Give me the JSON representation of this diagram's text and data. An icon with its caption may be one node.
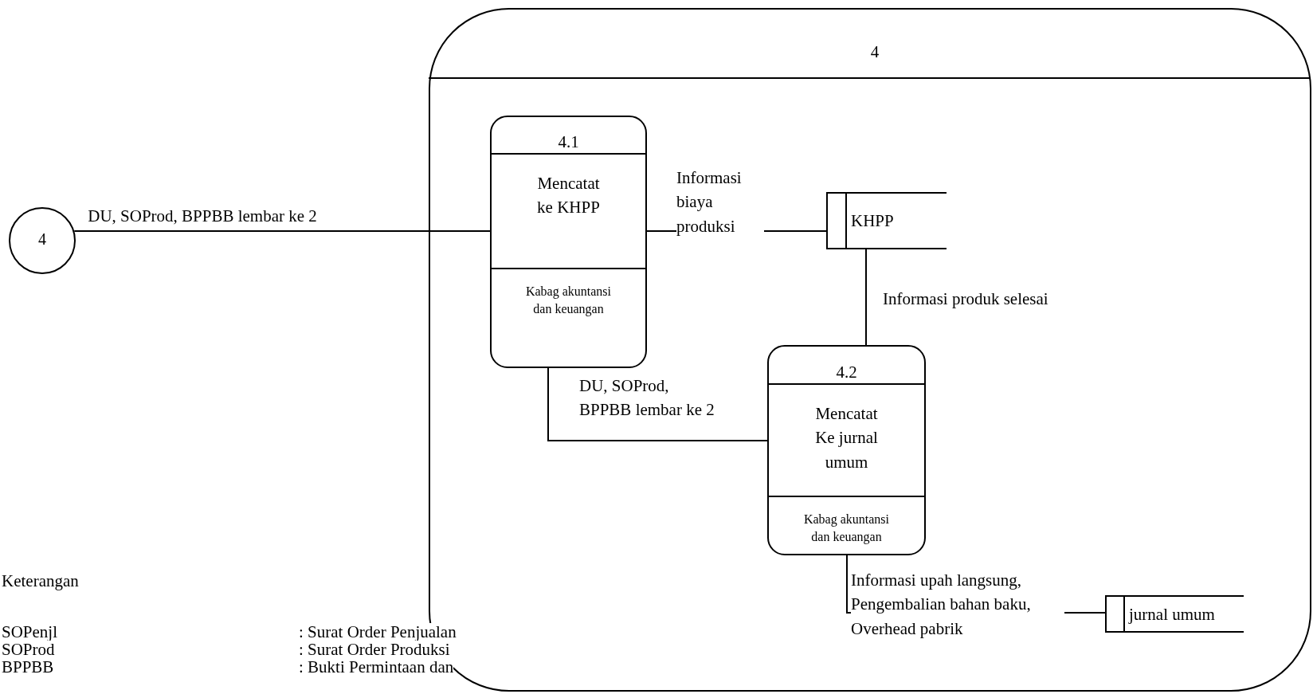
{
  "diagram": {
    "nodes": [
      {
        "text": [
          "4"
        ]
      },
      {
        "text": [
          "4"
        ]
      },
      {
        "text": [
          "4.1",
          "Mencatat ke KHPP",
          "Kabag akuntansi dan keuangan"
        ],
        "in": 0
      },
      {
        "text": [
          "KHPP"
        ],
        "in": 0
      },
      {
        "text": [
          "4.2",
          "Mencatat Ke jurnal umum",
          "Kabag akuntansi dan keuangan"
        ],
        "in": 0
      },
      {
        "text": [
          "jurnal umum"
        ],
        "in": 0
      }
    ],
    "edges": [
      {
        "from": 1,
        "to": 2,
        "arrow": "none",
        "label": "DU, SOProd, BPPBB lembar ke 2"
      },
      {
        "from": 2,
        "to": 3,
        "arrow": "none",
        "label": "Informasi biaya produksi"
      },
      {
        "from": 3,
        "to": 4,
        "arrow": "none",
        "label": "Informasi produk selesai"
      },
      {
        "from": 2,
        "to": 4,
        "arrow": "none",
        "label": "DU, SOProd, BPPBB lembar ke 2"
      },
      {
        "from": 4,
        "to": 5,
        "arrow": "none",
        "label": "Informasi upah langsung, Pengembalian bahan baku, Overhead pabrik"
      }
    ],
    "labels": [
      "Keterangan",
      "SOPenjl",
      ": Surat Order Penjualan",
      "SOProd",
      ": Surat Order Produksi",
      "BPPBB",
      ": Bukti Permintaan dan"
    ]
  }
}
